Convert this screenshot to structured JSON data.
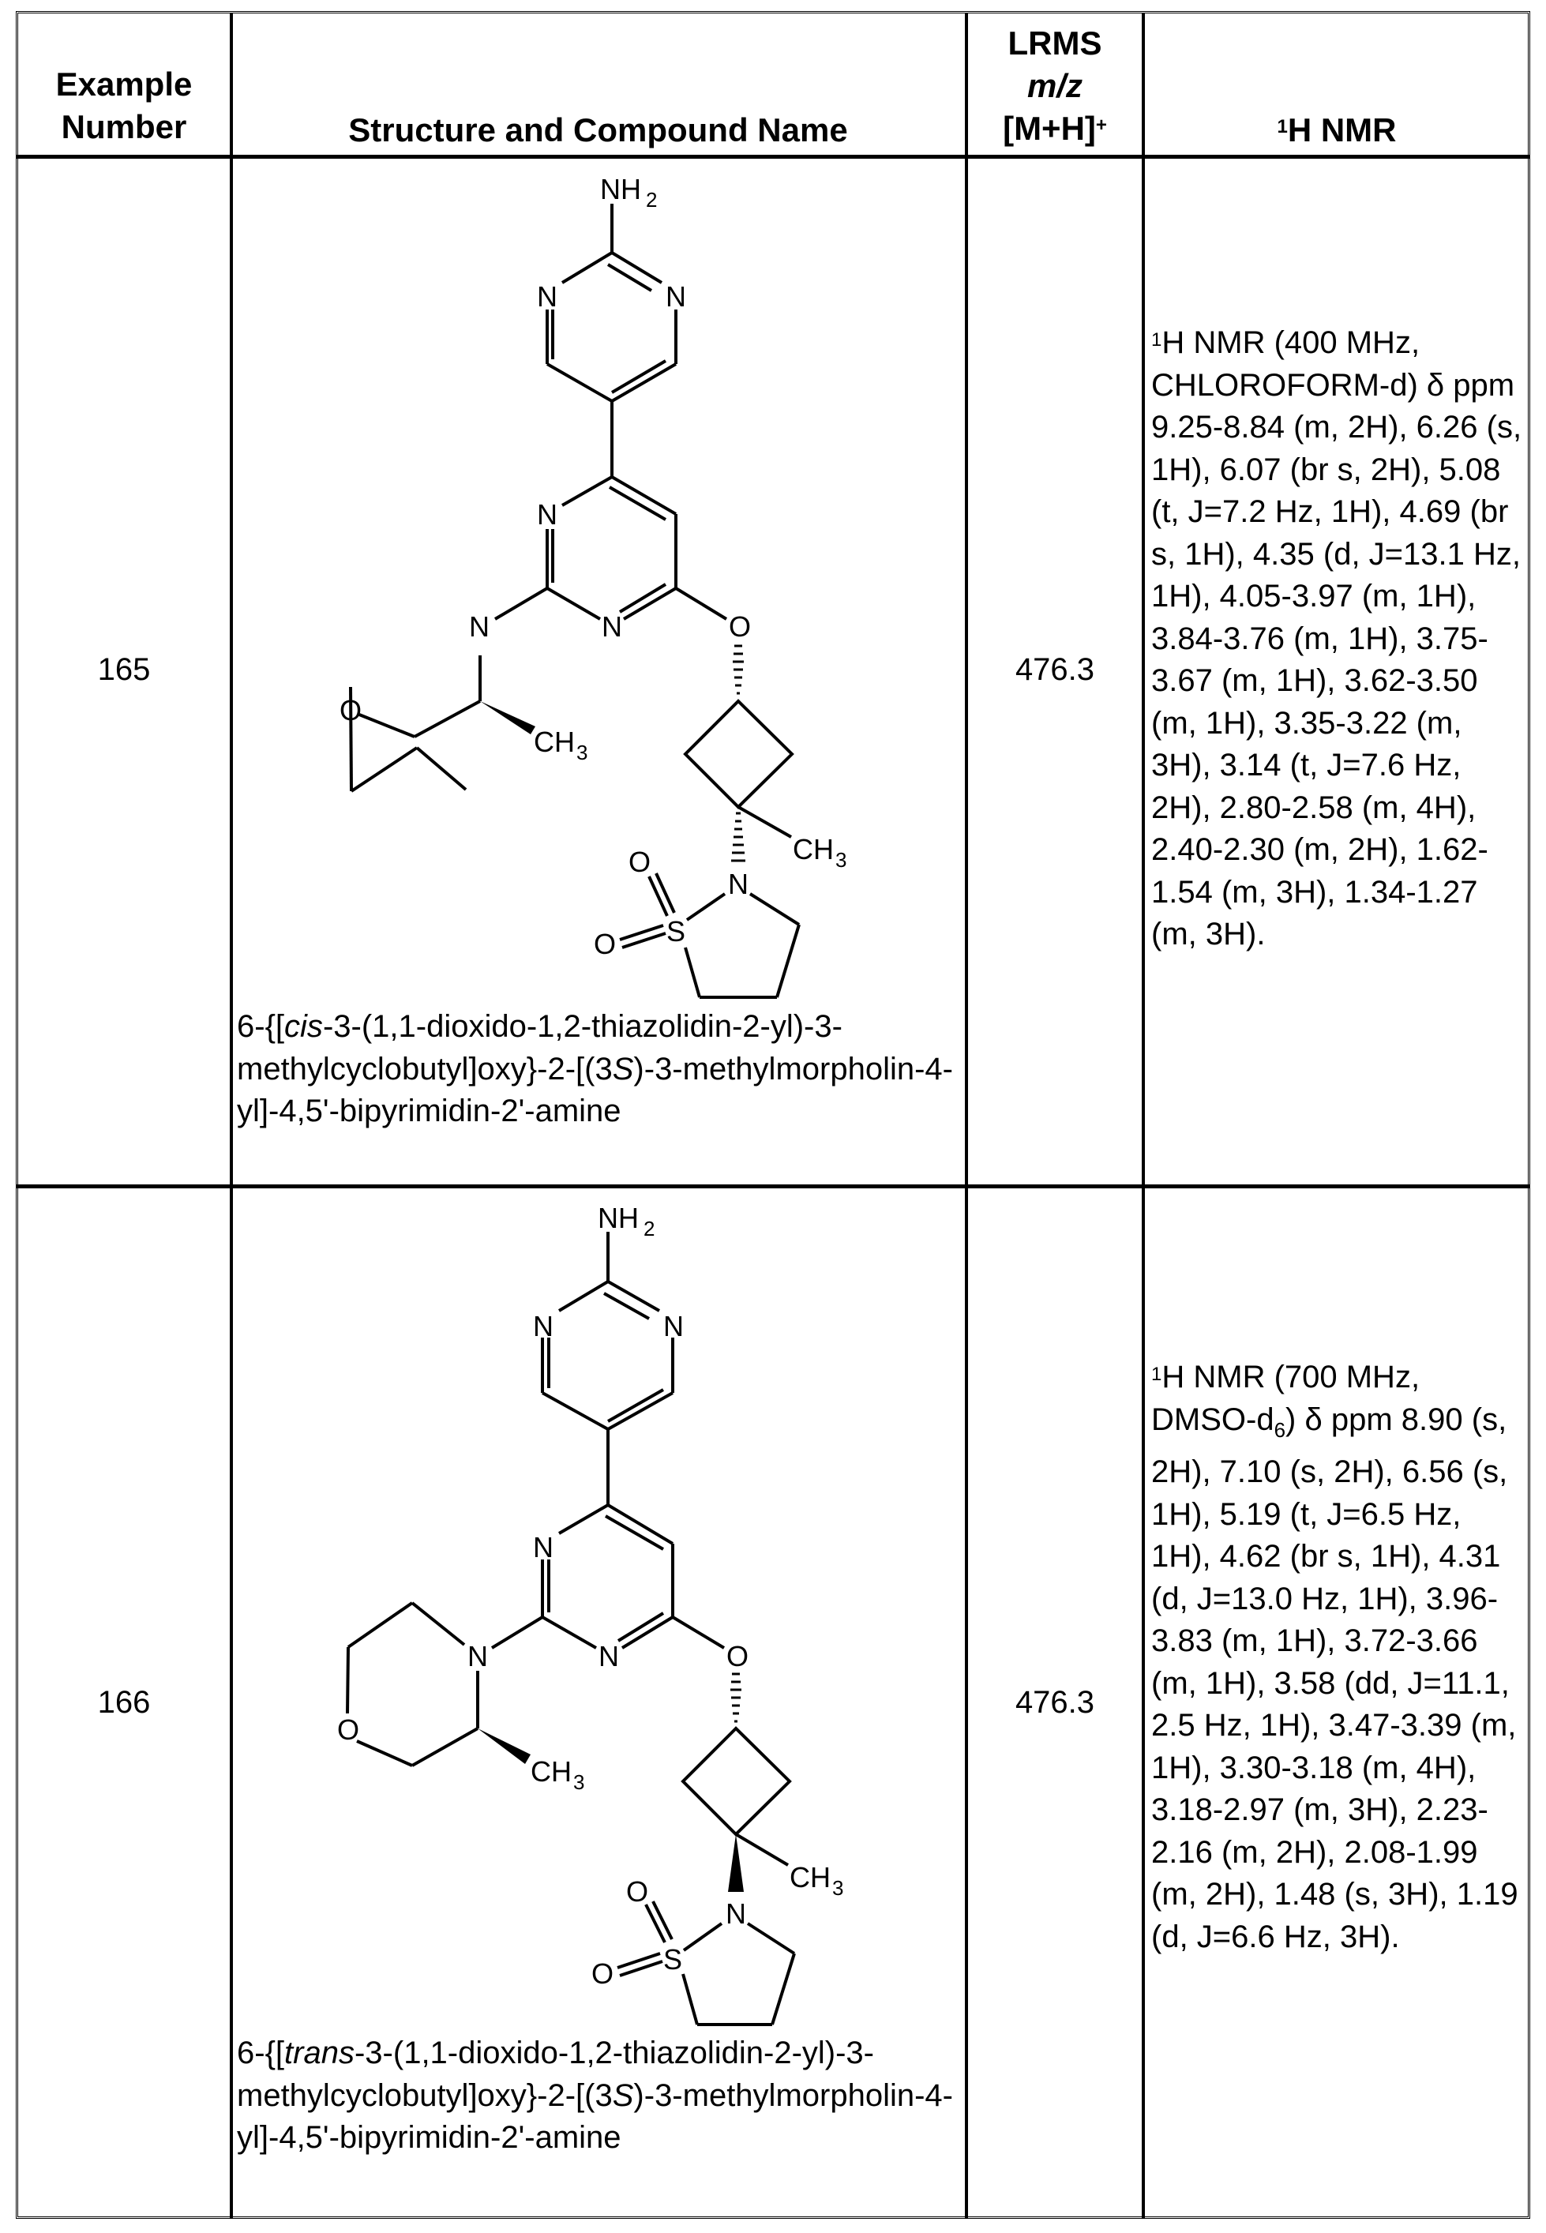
{
  "table": {
    "headers": {
      "example_line1": "Example",
      "example_line2": "Number",
      "structure": "Structure and Compound Name",
      "lrms_line1": "LRMS",
      "lrms_line2": "m/z",
      "lrms_line3": "[M+H]",
      "lrms_sup": "+",
      "nmr_sup": "1",
      "nmr": "H NMR"
    },
    "rows": [
      {
        "example_number": "165",
        "name_prefix": "6-{[",
        "name_stereo": "cis",
        "name_mid": "-3-(1,1-dioxido-1,2-thiazolidin-2-yl)-3-methylcyclobutyl]oxy}-2-[(3",
        "name_S": "S",
        "name_suffix": ")-3-methylmorpholin-4-yl]-4,5'-bipyrimidin-2'-amine",
        "lrms": "476.3",
        "nmr_sup": "1",
        "nmr_text": "H NMR (400 MHz, CHLOROFORM-d) δ ppm 9.25-8.84 (m, 2H), 6.26 (s, 1H), 6.07 (br s, 2H), 5.08 (t, J=7.2 Hz, 1H), 4.69 (br s, 1H), 4.35 (d, J=13.1 Hz, 1H), 4.05-3.97 (m, 1H), 3.84-3.76 (m, 1H), 3.75-3.67 (m, 1H), 3.62-3.50 (m, 1H), 3.35-3.22 (m, 3H), 3.14 (t, J=7.6 Hz, 2H), 2.80-2.58 (m, 4H), 2.40-2.30 (m, 2H), 1.62-1.54 (m, 3H), 1.34-1.27 (m, 3H).",
        "structure_labels": {
          "nh2": "NH",
          "nh2_sub": "2",
          "n": "N",
          "o": "O",
          "s": "S",
          "ch3": "CH",
          "ch3_sub": "3"
        }
      },
      {
        "example_number": "166",
        "name_prefix": "6-{[",
        "name_stereo": "trans",
        "name_mid": "-3-(1,1-dioxido-1,2-thiazolidin-2-yl)-3-methylcyclobutyl]oxy}-2-[(3",
        "name_S": "S",
        "name_suffix": ")-3-methylmorpholin-4-yl]-4,5'-bipyrimidin-2'-amine",
        "lrms": "476.3",
        "nmr_sup": "1",
        "nmr_text_a": "H NMR (700 MHz, DMSO-d",
        "nmr_sub": "6",
        "nmr_text_b": ") δ ppm 8.90 (s, 2H), 7.10 (s, 2H), 6.56 (s, 1H), 5.19 (t, J=6.5 Hz, 1H), 4.62 (br s, 1H), 4.31 (d, J=13.0 Hz, 1H), 3.96-3.83 (m, 1H), 3.72-3.66 (m, 1H), 3.58 (dd, J=11.1, 2.5 Hz, 1H), 3.47-3.39 (m, 1H), 3.30-3.18 (m, 4H), 3.18-2.97 (m, 3H), 2.23-2.16 (m, 2H), 2.08-1.99 (m, 2H), 1.48 (s, 3H), 1.19 (d, J=6.6 Hz, 3H).",
        "structure_labels": {
          "nh2": "NH",
          "nh2_sub": "2",
          "n": "N",
          "o": "O",
          "s": "S",
          "ch3": "CH",
          "ch3_sub": "3"
        }
      }
    ]
  }
}
